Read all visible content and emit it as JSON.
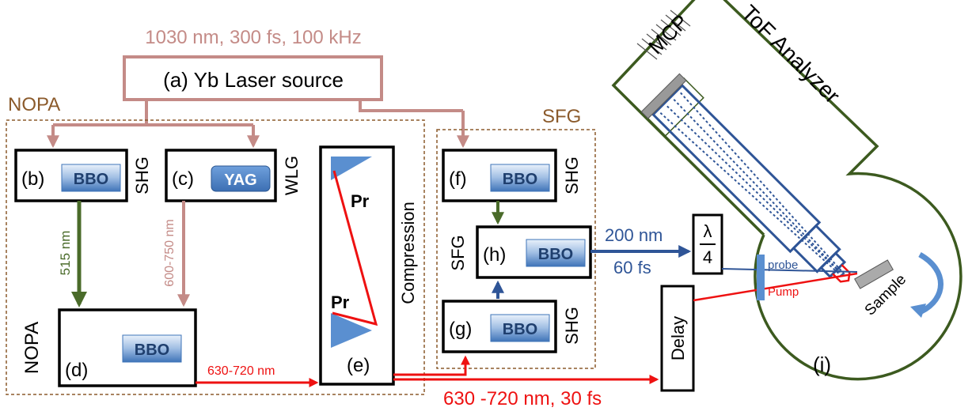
{
  "source": {
    "params": "1030 nm, 300 fs, 100 kHz",
    "label": "(a) Yb Laser source"
  },
  "nopa_group": {
    "title": "NOPA"
  },
  "sfg_group": {
    "title": "SFG"
  },
  "boxes": {
    "b": {
      "tag": "(b)",
      "crystal": "BBO",
      "side": "SHG"
    },
    "c": {
      "tag": "(c)",
      "crystal": "YAG",
      "side": "WLG"
    },
    "d": {
      "tag": "(d)",
      "crystal": "BBO",
      "side": "NOPA"
    },
    "e": {
      "tag": "(e)",
      "prism": "Pr",
      "side": "Compression"
    },
    "f": {
      "tag": "(f)",
      "crystal": "BBO",
      "side": "SHG"
    },
    "g": {
      "tag": "(g)",
      "crystal": "BBO",
      "side": "SHG"
    },
    "h": {
      "tag": "(h)",
      "crystal": "BBO",
      "side": "SFG"
    },
    "delay": {
      "label": "Delay"
    },
    "waveplate": {
      "num": "λ",
      "den": "4"
    }
  },
  "beams": {
    "shg_515": "515 nm",
    "wl": "600-750 nm",
    "nopa_out": "630-720 nm",
    "pump_main": "630 -720 nm, 30 fs",
    "uv_wl": "200 nm",
    "uv_dur": "60 fs",
    "probe": "probe",
    "pump": "Pump"
  },
  "chamber": {
    "mcp": "MCP",
    "tof": "ToF Analyzer",
    "sample": "Sample",
    "tag": "(i)"
  },
  "colors": {
    "source": "#c48b87",
    "dashed": "#8b5a2b",
    "green": "#4a6b2a",
    "red": "#ee1111",
    "blue": "#2f5597",
    "crystal": "#5a8fd0",
    "chamber": "#3c5a1f"
  }
}
